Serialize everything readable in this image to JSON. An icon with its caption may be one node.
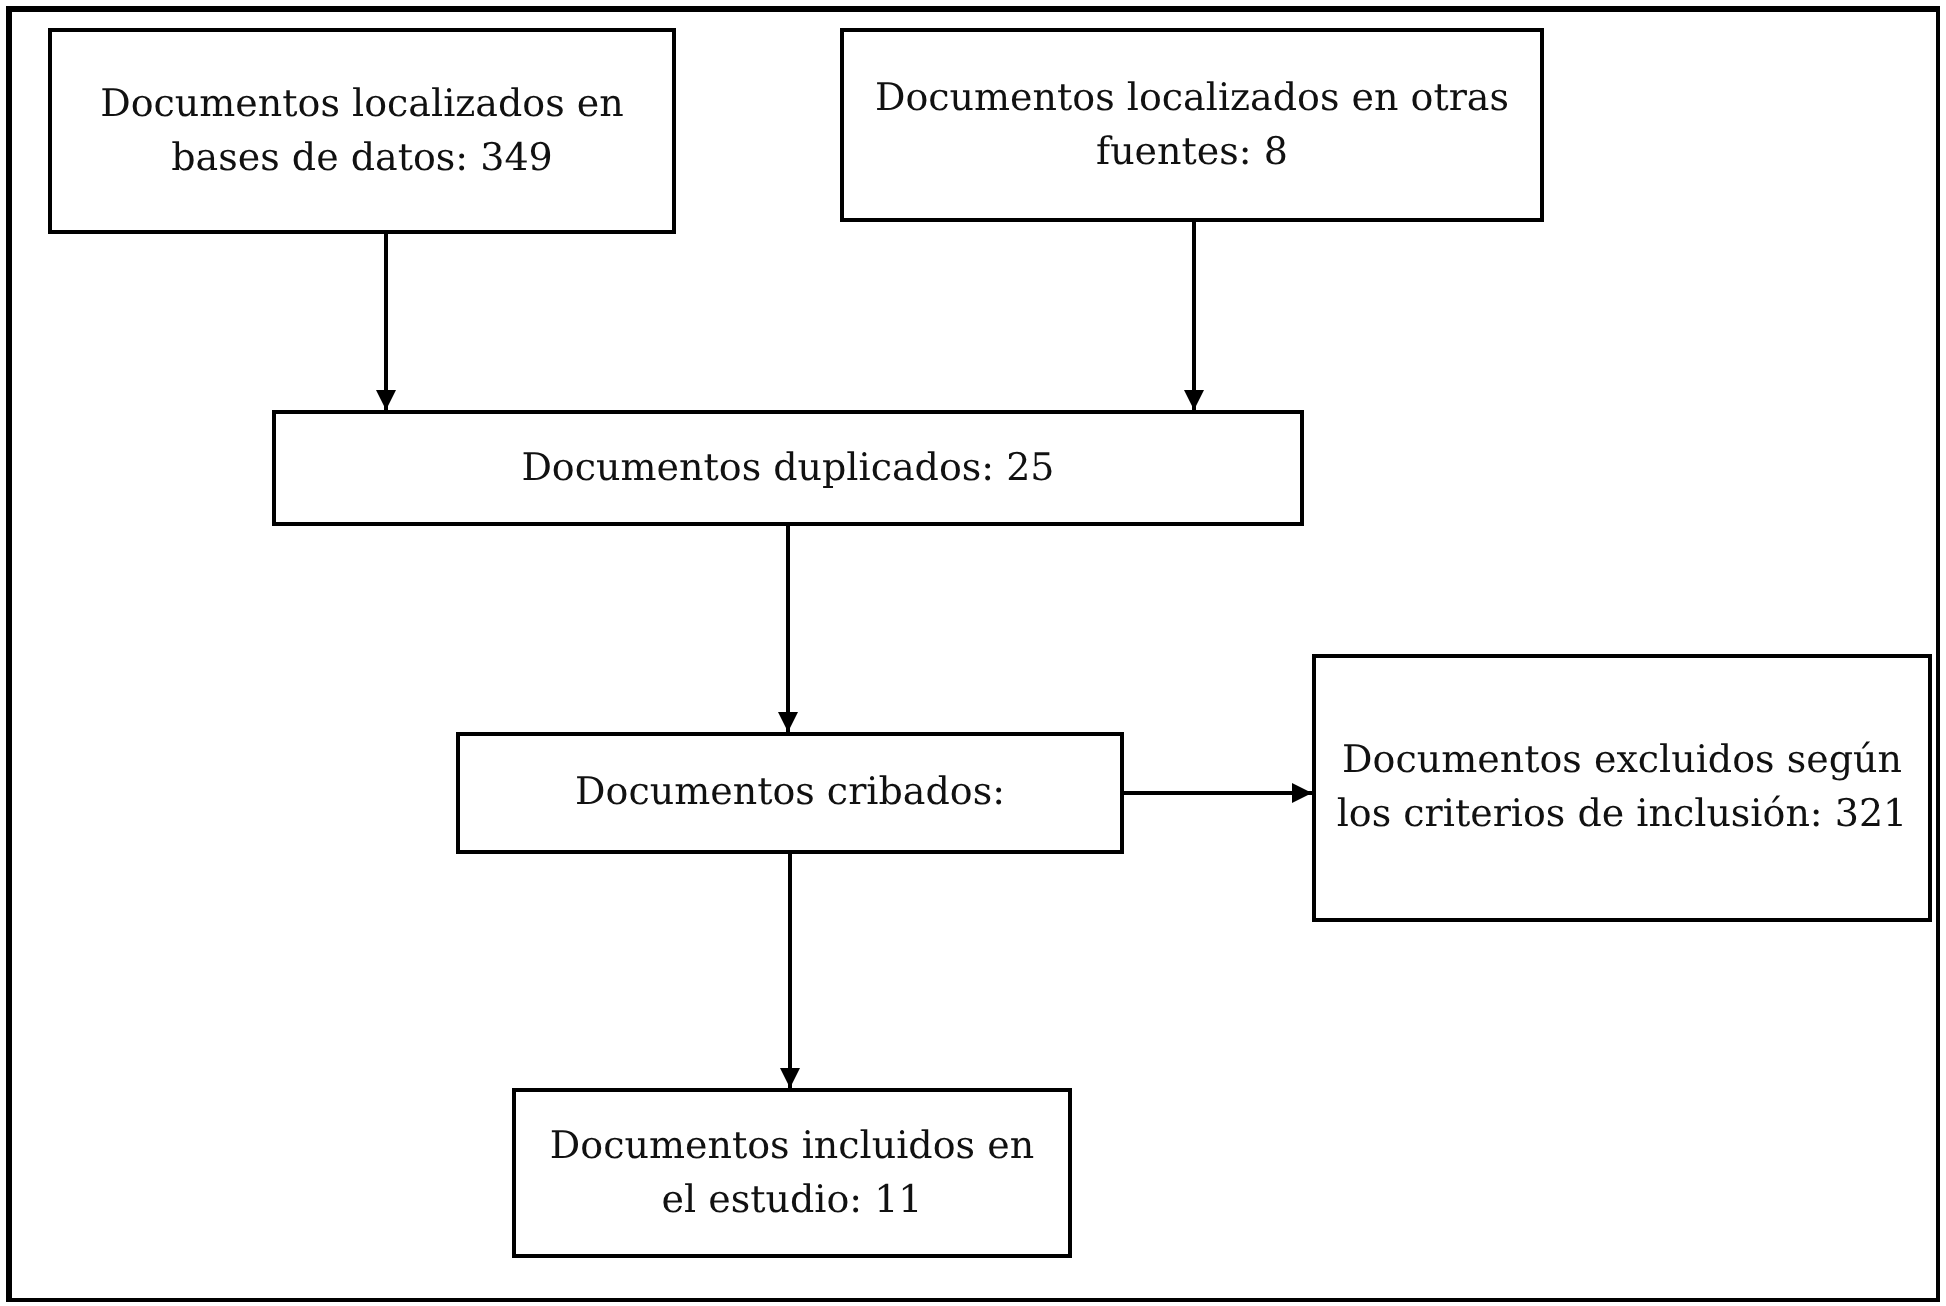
{
  "diagram": {
    "nodes": [
      {
        "text": [
          "Documentos localizados en bases de datos: 349"
        ]
      },
      {
        "text": [
          "Documentos localizados en otras fuentes: 8"
        ]
      },
      {
        "text": [
          "Documentos duplicados: 25"
        ]
      },
      {
        "text": [
          "Documentos cribados:"
        ]
      },
      {
        "text": [
          "Documentos excluidos según los criterios de inclusión: 321"
        ]
      },
      {
        "text": [
          "Documentos incluidos en el estudio: 11"
        ]
      }
    ],
    "edges": [
      {
        "from": 0,
        "to": 2,
        "arrow": "to"
      },
      {
        "from": 1,
        "to": 2,
        "arrow": "to"
      },
      {
        "from": 2,
        "to": 3,
        "arrow": "to"
      },
      {
        "from": 3,
        "to": 4,
        "arrow": "to"
      },
      {
        "from": 3,
        "to": 5,
        "arrow": "to"
      }
    ]
  }
}
